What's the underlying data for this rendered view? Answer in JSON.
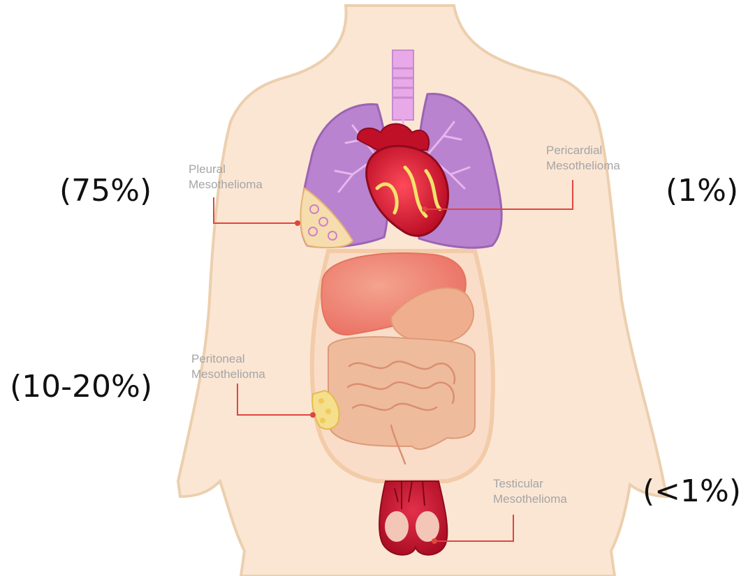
{
  "diagram": {
    "labels": [
      {
        "id": "pleural",
        "line1": "Pleural",
        "line2": "Mesothelioma",
        "percent": "(75%)"
      },
      {
        "id": "pericardial",
        "line1": "Pericardial",
        "line2": "Mesothelioma",
        "percent": "(1%)"
      },
      {
        "id": "peritoneal",
        "line1": "Peritoneal",
        "line2": "Mesothelioma",
        "percent": "(10-20%)"
      },
      {
        "id": "testicular",
        "line1": "Testicular",
        "line2": "Mesothelioma",
        "percent": "(<1%)"
      }
    ],
    "colors": {
      "body_fill": "#fbe6d4",
      "body_outline": "#eccfae",
      "lung": "#b983cf",
      "trachea": "#e4a6e6",
      "heart": "#d1132f",
      "liver": "#ee8572",
      "stomach": "#eeaa88",
      "intestine": "#edb596",
      "tumor": "#f6e08a",
      "pointer_line": "#e0453e",
      "label_text": "#a5a5a5",
      "percent_text": "#111111"
    }
  }
}
